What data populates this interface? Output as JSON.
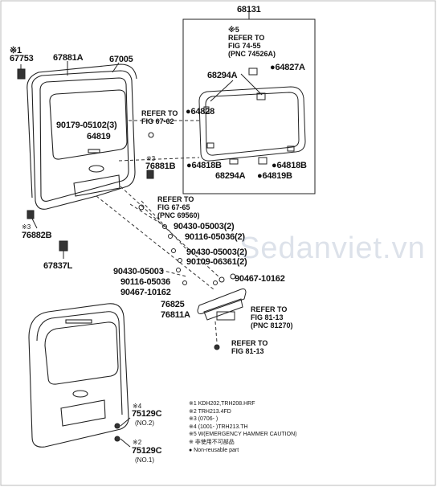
{
  "diagram": {
    "assembly_number": "68131",
    "part_labels": {
      "p67753": "※1\n67753",
      "p67881A": "67881A",
      "p67005": "67005",
      "p90179": "90179-05102(3)",
      "p64819": "64819",
      "p76881B": "76881B",
      "p76882B": "76882B",
      "p67837L": "67837L",
      "p68294A_top": "68294A",
      "p64827A": "●64827A",
      "p64828": "●64828",
      "p64818B_left": "●64818B",
      "p68294A_bot": "68294A",
      "p64819B": "●64819B",
      "p64818B_right": "●64818B",
      "p90430_1": "90430-05003(2)",
      "p90116_1": "90116-05036(2)",
      "p90430_2": "90430-05003(2)",
      "p90109": "90109-06361(2)",
      "p90430_3": "90430-05003",
      "p90116_2": "90116-05036",
      "p90467_1": "90467-10162",
      "p90467_2": "90467-10162",
      "p76825": "76825",
      "p76811A": "76811A",
      "p75129C_1": "75129C",
      "p75129C_2": "75129C",
      "no2": "(NO.2)",
      "no1": "(NO.1)",
      "mark4": "※4",
      "mark2": "※2",
      "mark3": "※3",
      "mark3b": "※3"
    },
    "references": {
      "ref_74_55": "※5\nREFER TO\nFIG 74-55\n(PNC 74526A)",
      "ref_67_62": "REFER TO\nFIG 67-62",
      "ref_67_65": "REFER TO\nFIG 67-65\n(PNC 69560)",
      "ref_81_13a": "REFER TO\nFIG 81-13\n(PNC 81270)",
      "ref_81_13b": "REFER TO\nFIG 81-13"
    },
    "legend": [
      "※1  KDH202,TRH208.HRF",
      "※2  TRH213.4FD",
      "※3  (0706-         )",
      "※4  (1001-        )TRH213.TH",
      "※5  W(EMERGENCY HAMMER CAUTION)",
      "※  非使用不可部品",
      "●  Non-reusable part"
    ],
    "watermark": "Sedanviet.vn"
  }
}
